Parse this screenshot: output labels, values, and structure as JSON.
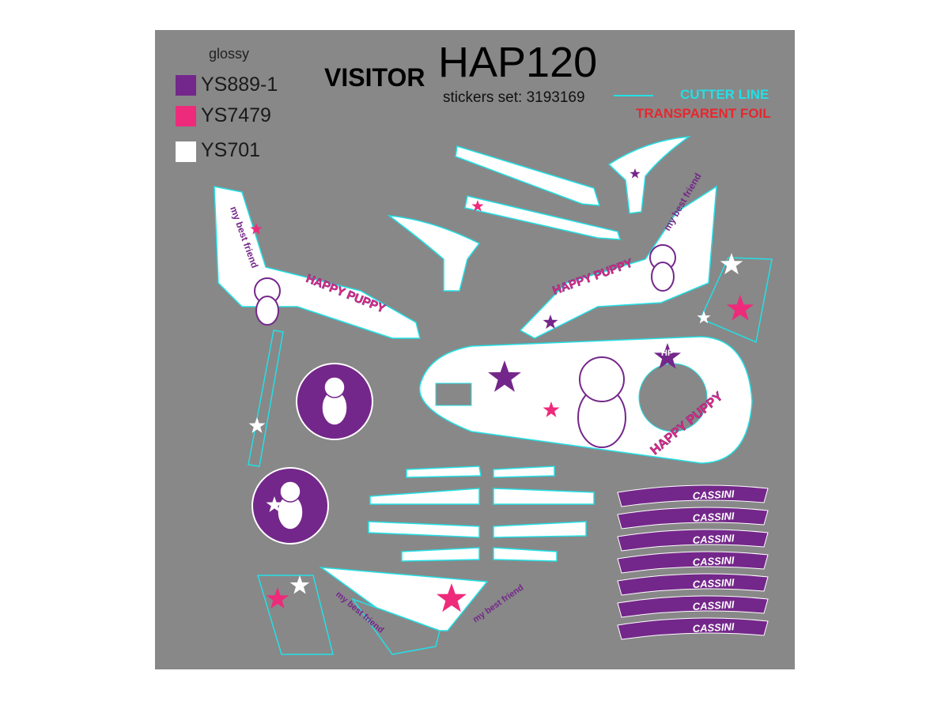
{
  "legend": {
    "finish": "glossy",
    "colors": [
      {
        "code": "YS889-1",
        "hex": "#74278a"
      },
      {
        "code": "YS7479",
        "hex": "#ee2a7b"
      },
      {
        "code": "YS701",
        "hex": "#ffffff"
      }
    ]
  },
  "header": {
    "brand": "VISITOR",
    "model": "HAP120",
    "set_label": "stickers set: 3193169"
  },
  "key": {
    "cutter_line": "CUTTER LINE",
    "cutter_color": "#22e0e6",
    "transparent_foil": "TRANSPARENT FOIL",
    "foil_color": "#e8262e"
  },
  "artwork": {
    "tagline": "my best friend",
    "title": "HAPPY PUPPY",
    "badge": "HP",
    "rim_brand": "CASSINI"
  },
  "colors": {
    "background": "#888888",
    "purple": "#74278a",
    "pink": "#ee2a7b"
  }
}
